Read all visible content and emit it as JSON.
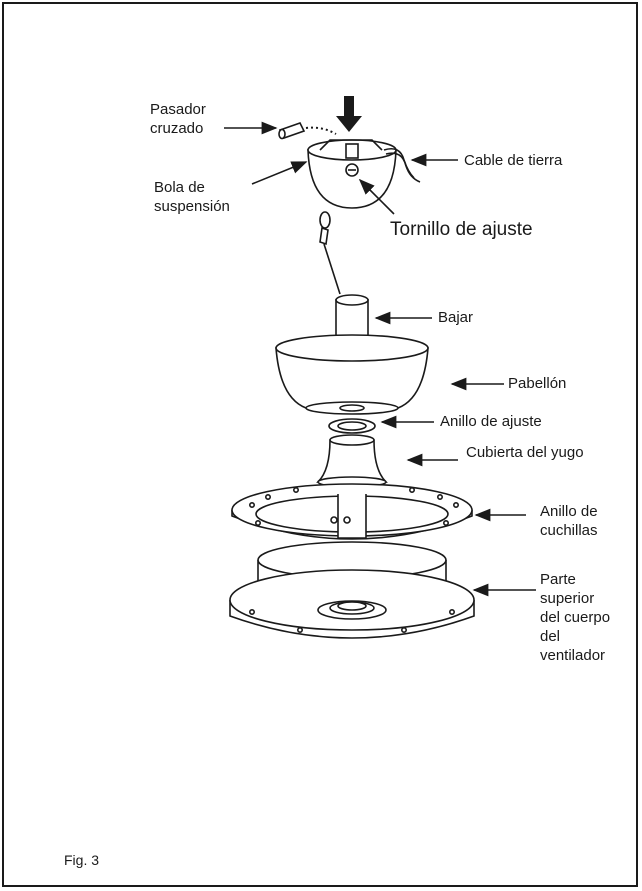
{
  "labels": {
    "cross_pin": "Pasador\ncruzado",
    "hanger_ball": "Bola de\nsuspensión",
    "ground_wire": "Cable de tierra",
    "set_screw": "Tornillo de ajuste",
    "downrod": "Bajar",
    "canopy": "Pabellón",
    "trim_ring": "Anillo de ajuste",
    "yoke_cover": "Cubierta del yugo",
    "blade_ring": "Anillo de\ncuchillas",
    "motor_top": "Parte\nsuperior\ndel cuerpo\ndel\nventilador"
  },
  "figure_caption": "Fig. 3"
}
